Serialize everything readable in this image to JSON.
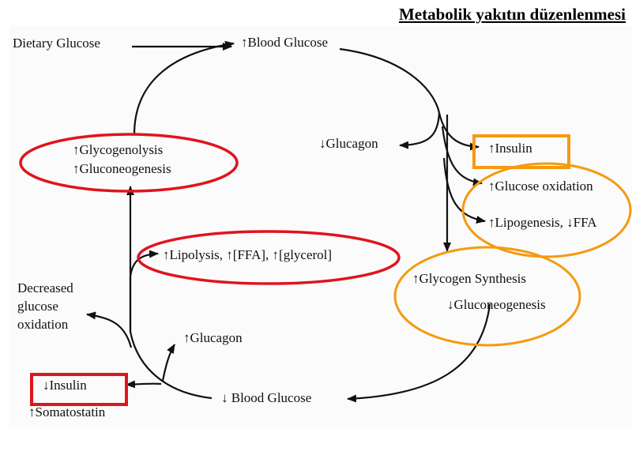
{
  "title": "Metabolik yakıtın düzenlenmesi",
  "nodes": {
    "dietary_glucose": "Dietary Glucose",
    "blood_glucose_up": "↑Blood Glucose",
    "glucagon_down": "↓Glucagon",
    "insulin_up": "↑Insulin",
    "glucose_oxidation_up": "↑Glucose oxidation",
    "lipogenesis": "↑Lipogenesis, ↓FFA",
    "glycogen_synthesis": "↑Glycogen Synthesis",
    "gluconeogenesis_down": "↓Gluconeogenesis",
    "glycogenolysis": "↑Glycogenolysis",
    "gluconeogenesis_up": "↑Gluconeogenesis",
    "lipolysis": "↑Lipolysis, ↑[FFA], ↑[glycerol]",
    "decreased_oxidation_1": "Decreased",
    "decreased_oxidation_2": "glucose",
    "decreased_oxidation_3": "oxidation",
    "glucagon_up": "↑Glucagon",
    "insulin_down": "↓Insulin",
    "somatostatin": "↑Somatostatin",
    "blood_glucose_down": "↓ Blood Glucose"
  },
  "colors": {
    "highlight_red": "#e0141c",
    "highlight_orange": "#f59a10",
    "arrow": "#111111"
  }
}
